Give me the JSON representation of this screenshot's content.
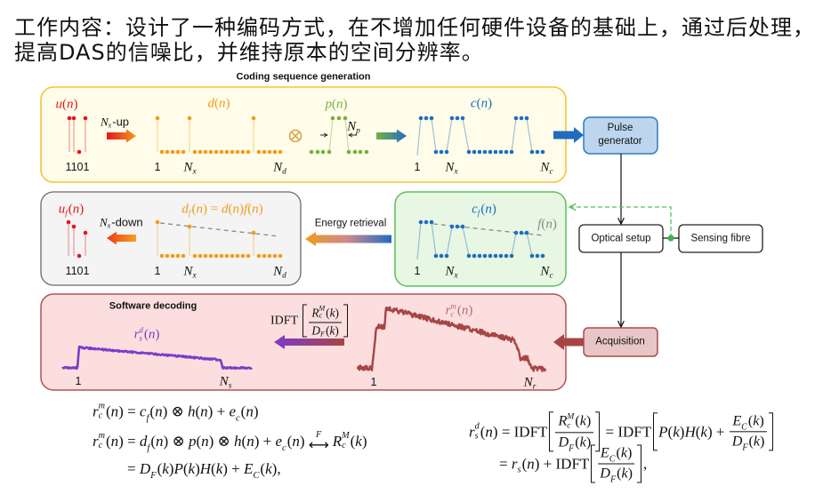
{
  "title": {
    "line1": "工作内容：设计了一种编码方式，在不增加任何硬件设备的基础上，通过后处理，",
    "line2": "提高DAS的信噪比，并维持原本的空间分辨率。"
  },
  "colors": {
    "u": "#e8141c",
    "d": "#f29b1d",
    "p": "#76b041",
    "c": "#1f6dbf",
    "f": "#8a8a8a",
    "rs": "#7d3cc8",
    "rc": "#a64545"
  },
  "coding": {
    "heading": "Coding sequence generation",
    "u_label": [
      {
        "v": "u",
        "arg": "n"
      }
    ],
    "code": "1101",
    "sequence": [
      1,
      1,
      0,
      1
    ],
    "upsample_label": [
      {
        "v": "N",
        "sub": "x"
      },
      "-up"
    ],
    "d_label": [
      {
        "v": "d",
        "arg": "n"
      }
    ],
    "d_axis": {
      "start": "1",
      "mid": [
        {
          "v": "N",
          "sub": "x"
        }
      ],
      "end": [
        {
          "v": "N",
          "sub": "d"
        }
      ]
    },
    "p_label": [
      {
        "v": "p",
        "arg": "n"
      }
    ],
    "p_width": [
      {
        "v": "N",
        "sub": "p"
      }
    ],
    "c_label": [
      {
        "v": "c",
        "arg": "n"
      }
    ],
    "c_axis": {
      "start": "1",
      "mid": [
        {
          "v": "N",
          "sub": "x"
        }
      ],
      "end": [
        {
          "v": "N",
          "sub": "c"
        }
      ]
    }
  },
  "hardware": {
    "pulse_generator": {
      "line1": "Pulse",
      "line2": "generator"
    },
    "optical_setup": "Optical setup",
    "sensing_fibre": "Sensing fibre",
    "acquisition": "Acquisition"
  },
  "retrieval": {
    "uf_label": [
      {
        "v": "u",
        "sub": "f",
        "arg": "n"
      }
    ],
    "code": "1101",
    "downsample_label": [
      {
        "v": "N",
        "sub": "x"
      },
      "-down"
    ],
    "df_label": [
      {
        "v": "d",
        "sub": "f",
        "arg": "n"
      },
      " = ",
      {
        "v": "d",
        "arg": "n"
      },
      {
        "v": "f",
        "arg": "n"
      }
    ],
    "df_axis": {
      "start": "1",
      "mid": [
        {
          "v": "N",
          "sub": "x"
        }
      ],
      "end": [
        {
          "v": "N",
          "sub": "d"
        }
      ]
    },
    "energy_retrieval": "Energy retrieval",
    "cf_label": [
      {
        "v": "c",
        "sub": "f",
        "arg": "n"
      }
    ],
    "f_label": [
      {
        "v": "f",
        "arg": "n"
      }
    ],
    "cf_axis": {
      "start": "1",
      "mid": [
        {
          "v": "N",
          "sub": "x"
        }
      ],
      "end": [
        {
          "v": "N",
          "sub": "c"
        }
      ]
    }
  },
  "decoding": {
    "heading": "Software decoding",
    "rs_label": [
      {
        "v": "r",
        "sub": "s",
        "sup": "d",
        "arg": "n"
      }
    ],
    "rs_axis": {
      "start": "1",
      "end": [
        {
          "v": "N",
          "sub": "s"
        }
      ]
    },
    "idft_label": [
      "IDFT ",
      {
        "bracket": [
          {
            "frac": {
              "num": [
                {
                  "v": "R",
                  "sub": "c",
                  "sup": "M",
                  "arg": "k"
                }
              ],
              "den": [
                {
                  "v": "D",
                  "sub": "F",
                  "arg": "k"
                }
              ]
            }
          }
        ]
      }
    ],
    "rc_label": [
      {
        "v": "r",
        "sub": "c",
        "sup": "m",
        "arg": "n"
      }
    ],
    "rc_axis": {
      "start": "1",
      "end": [
        {
          "v": "N",
          "sub": "r"
        }
      ]
    }
  },
  "equations": {
    "left": [
      [
        {
          "v": "r",
          "sub": "c",
          "sup": "m",
          "arg": "n"
        },
        " = ",
        {
          "v": "c",
          "sub": "f",
          "arg": "n"
        },
        " ⊗ ",
        {
          "v": "h",
          "arg": "n"
        },
        " + ",
        {
          "v": "e",
          "sub": "c",
          "arg": "n"
        }
      ],
      [
        {
          "v": "r",
          "sub": "c",
          "sup": "m",
          "arg": "n"
        },
        " = ",
        {
          "v": "d",
          "sub": "f",
          "arg": "n"
        },
        " ⊗ ",
        {
          "v": "p",
          "arg": "n"
        },
        " ⊗ ",
        {
          "v": "h",
          "arg": "n"
        },
        " + ",
        {
          "v": "e",
          "sub": "c",
          "arg": "n"
        },
        {
          "over": "F",
          "arrow": "⟷"
        },
        {
          "v": "R",
          "sub": "c",
          "sup": "M",
          "arg": "k"
        }
      ],
      [
        "= ",
        {
          "v": "D",
          "sub": "F",
          "arg": "k"
        },
        {
          "v": "P",
          "arg": "k"
        },
        {
          "v": "H",
          "arg": "k"
        },
        " + ",
        {
          "v": "E",
          "sub": "C",
          "arg": "k"
        },
        ","
      ]
    ],
    "right": [
      [
        {
          "v": "r",
          "sub": "s",
          "sup": "d",
          "arg": "n"
        },
        " = IDFT",
        {
          "bracket": [
            {
              "frac": {
                "num": [
                  {
                    "v": "R",
                    "sub": "c",
                    "sup": "M",
                    "arg": "k"
                  }
                ],
                "den": [
                  {
                    "v": "D",
                    "sub": "F",
                    "arg": "k"
                  }
                ]
              }
            }
          ]
        },
        " = IDFT",
        {
          "bracket": [
            {
              "v": "P",
              "arg": "k"
            },
            {
              "v": "H",
              "arg": "k"
            },
            " + ",
            {
              "frac": {
                "num": [
                  {
                    "v": "E",
                    "sub": "C",
                    "arg": "k"
                  }
                ],
                "den": [
                  {
                    "v": "D",
                    "sub": "F",
                    "arg": "k"
                  }
                ]
              }
            }
          ]
        }
      ],
      [
        "= ",
        {
          "v": "r",
          "sub": "s",
          "arg": "n"
        },
        " + IDFT",
        {
          "bracket": [
            {
              "frac": {
                "num": [
                  {
                    "v": "E",
                    "sub": "C",
                    "arg": "k"
                  }
                ],
                "den": [
                  {
                    "v": "D",
                    "sub": "F",
                    "arg": "k"
                  }
                ]
              }
            }
          ]
        },
        ","
      ]
    ]
  }
}
